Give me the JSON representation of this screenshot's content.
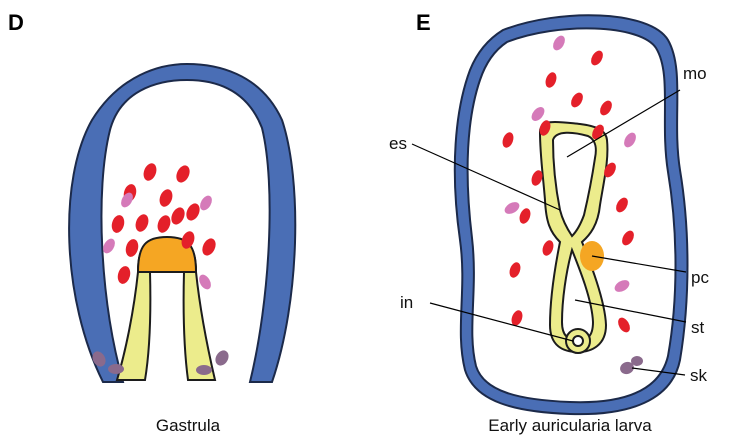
{
  "panel_d": {
    "letter": "D",
    "caption": "Gastrula"
  },
  "panel_e": {
    "letter": "E",
    "caption": "Early auricularia larva",
    "labels": {
      "mo": "mo",
      "es": "es",
      "pc": "pc",
      "in": "in",
      "st": "st",
      "sk": "sk"
    }
  },
  "colors": {
    "ectoderm_blue": "#4a6eb5",
    "outline": "#1c2a4a",
    "endoderm_yellow": "#ecec8c",
    "mesenchyme_red": "#e4202a",
    "mesenchyme_pink": "#d57ab9",
    "skeletogenic_purple": "#8a6a8c",
    "coelom_orange": "#f5a623"
  }
}
